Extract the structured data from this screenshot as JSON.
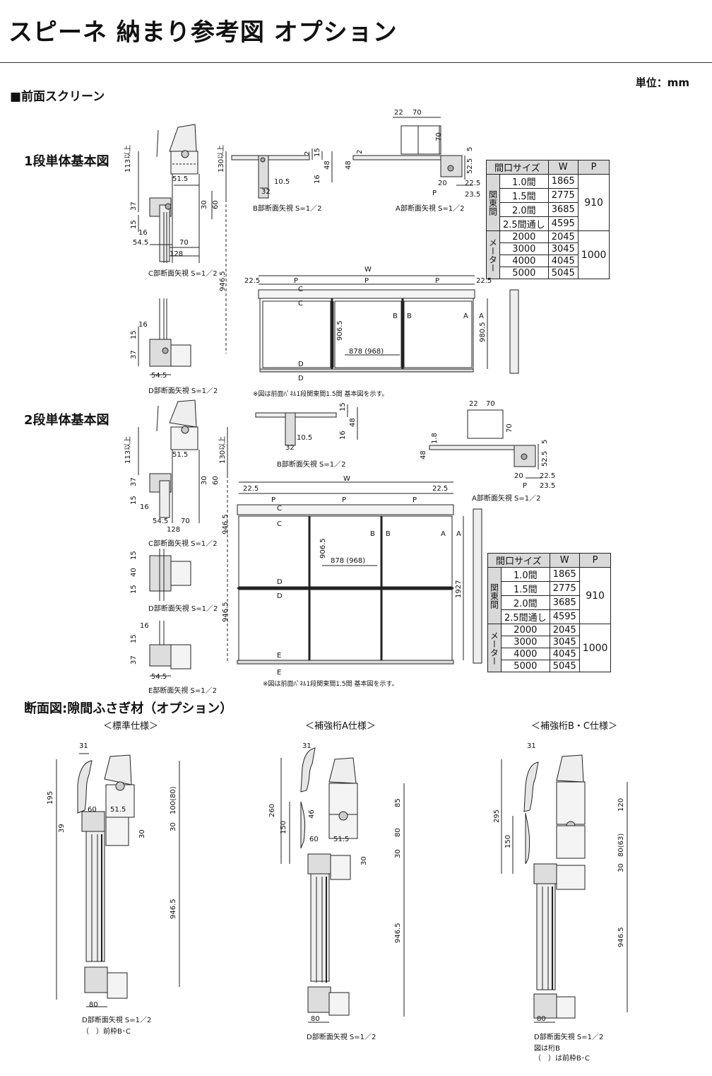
{
  "page_title": "スピーネ 納まり参考図 オプション",
  "unit_label": "単位：mm",
  "section_front_screen": "■前面スクリーン",
  "section_cross": "断面図:隙間ふさぎ材（オプション）",
  "one_stage": {
    "heading": "1段単体基本図",
    "caption_c": "C部断面矢視 S=1／2",
    "caption_d": "D部断面矢視 S=1／2",
    "caption_b": "B部断面矢視 S=1／2",
    "caption_a": "A部断面矢視 S=1／2",
    "note": "※図は前面ﾊﾟﾈﾙ1段関東間1.5間 基本図を示す。",
    "dims": {
      "d113": "113以上",
      "d130": "130以上",
      "d51_5": "51.5",
      "d37": "37",
      "d15": "15",
      "d16": "16",
      "d54_5": "54.5",
      "d70": "70",
      "d128": "128",
      "d30": "30",
      "d60": "60",
      "d946_5": "946.5",
      "d10_5": "10.5",
      "d32": "32",
      "d2": "2",
      "d48": "48",
      "d22": "22",
      "d5": "5",
      "d52_5": "52.5",
      "d20": "20",
      "d22_5": "22.5",
      "d23_5": "23.5",
      "W": "W",
      "P": "P",
      "d906_5": "906.5",
      "d878": "878 (968)",
      "d980_5": "980.5",
      "mark_a": "A",
      "mark_b": "B",
      "mark_c": "C",
      "mark_d": "D"
    }
  },
  "two_stage": {
    "heading": "2段単体基本図",
    "caption_c": "C部断面矢視 S=1／2",
    "caption_d": "D部断面矢視 S=1／2",
    "caption_e": "E部断面矢視 S=1／2",
    "caption_b": "B部断面矢視 S=1／2",
    "caption_a": "A部断面矢視 S=1／2",
    "note": "※図は前面ﾊﾟﾈﾙ1段関東間1.5間 基本図を示す。",
    "dims": {
      "d40": "40",
      "d1927": "1927",
      "mark_e": "E"
    }
  },
  "spec_table": {
    "headers": [
      "間口サイズ",
      "W",
      "P"
    ],
    "groups": [
      {
        "label": "関東間",
        "p": "910",
        "rows": [
          {
            "size": "1.0間",
            "w": "1865"
          },
          {
            "size": "1.5間",
            "w": "2775"
          },
          {
            "size": "2.0間",
            "w": "3685"
          },
          {
            "size": "2.5間通し",
            "w": "4595"
          }
        ]
      },
      {
        "label": "メーター",
        "p": "1000",
        "rows": [
          {
            "size": "2000",
            "w": "2045"
          },
          {
            "size": "3000",
            "w": "3045"
          },
          {
            "size": "4000",
            "w": "4045"
          },
          {
            "size": "5000",
            "w": "5045"
          }
        ]
      }
    ]
  },
  "cross_sections": [
    {
      "title": "＜標準仕様＞",
      "caption": "D部断面矢視 S=1／2",
      "note1": "（　）前枠B･C",
      "note2": "",
      "dims": [
        "31",
        "195",
        "60",
        "51.5",
        "100(80)",
        "39",
        "30",
        "30",
        "946.5",
        "80"
      ]
    },
    {
      "title": "＜補強桁A仕様＞",
      "caption": "D部断面矢視 S=1／2",
      "note1": "",
      "note2": "",
      "dims": [
        "31",
        "260",
        "46",
        "150",
        "60",
        "51.5",
        "85",
        "80",
        "30",
        "30",
        "946.5",
        "80"
      ]
    },
    {
      "title": "＜補強桁B・C仕様＞",
      "caption": "D部断面矢視 S=1／2",
      "note1": "図は桁B",
      "note2": "（　）は前枠B･C",
      "dims": [
        "31",
        "295",
        "150",
        "120",
        "80(63)",
        "30",
        "946.5",
        "80"
      ]
    }
  ]
}
